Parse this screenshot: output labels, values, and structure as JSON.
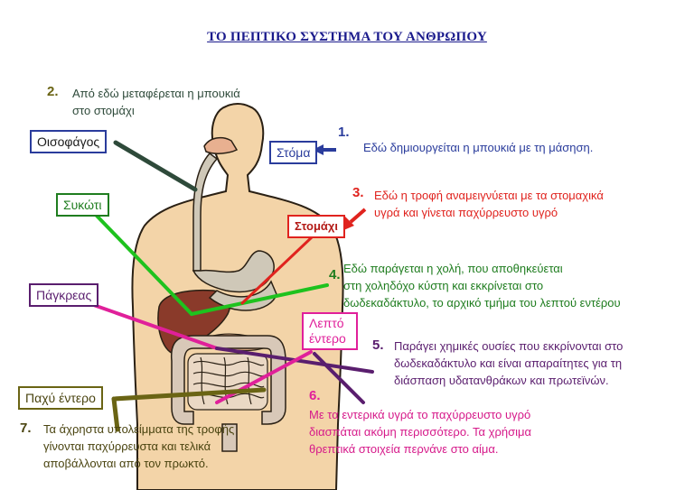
{
  "title": "ΤΟ ΠΕΠΤΙΚΟ ΣΥΣΤΗΜΑ ΤΟΥ ΑΝΘΡΩΠΟΥ",
  "colors": {
    "blue": "#2a3c9c",
    "red": "#e0231e",
    "green": "#1f7d1f",
    "bright_green": "#1ec21e",
    "purple": "#5a1e6e",
    "magenta": "#e0209a",
    "pink_text": "#d61a8a",
    "olive": "#6a6414",
    "dark_green": "#2e4a3a",
    "skin": "#f3d4a8",
    "skin_outline": "#2a2014",
    "liver": "#8a3a2a",
    "stomach": "#cfc8b8"
  },
  "organs": {
    "mouth": "Στόμα",
    "esophagus": "Οισοφάγος",
    "liver": "Συκώτι",
    "stomach": "Στομάχι",
    "pancreas": "Πάγκρεας",
    "small_intestine_1": "Λεπτό",
    "small_intestine_2": "έντερο",
    "large_intestine": "Παχύ έντερο"
  },
  "notes": [
    {
      "num": "1.",
      "lines": [
        "Εδώ δημιουργείται η μπουκιά με τη μάσηση."
      ]
    },
    {
      "num": "2.",
      "lines": [
        "Από εδώ μεταφέρεται η μπουκιά",
        "στο στομάχι"
      ]
    },
    {
      "num": "3.",
      "lines": [
        "Εδώ η τροφή αναμειγνύεται με τα στομαχικά",
        "υγρά και γίνεται παχύρρευστο υγρό"
      ]
    },
    {
      "num": "4.",
      "lines": [
        "Εδώ παράγεται η χολή, που αποθηκεύεται",
        "στη χοληδόχο κύστη και εκκρίνεται στο",
        "δωδεκαδάκτυλο,  το αρχικό τμήμα του λεπτού εντέρου"
      ]
    },
    {
      "num": "5.",
      "lines": [
        "Παράγει χημικές ουσίες που εκκρίνονται στο",
        "δωδεκαδάκτυλο και είναι απαραίτητες για τη",
        "διάσπαση υδατανθράκων και πρωτεϊνών."
      ]
    },
    {
      "num": "6.",
      "lines": [
        "Με τα εντερικά υγρά το παχύρρευστο υγρό",
        "διασπάται ακόμη περισσότερο. Τα χρήσιμα",
        "θρεπτικά στοιχεία περνάνε στο αίμα."
      ]
    },
    {
      "num": "7.",
      "lines": [
        "Τα άχρηστα υπολείμματα της τροφής",
        "γίνονται παχύρρευστα και τελικά",
        "αποβάλλονται  από τον πρωκτό."
      ]
    }
  ]
}
